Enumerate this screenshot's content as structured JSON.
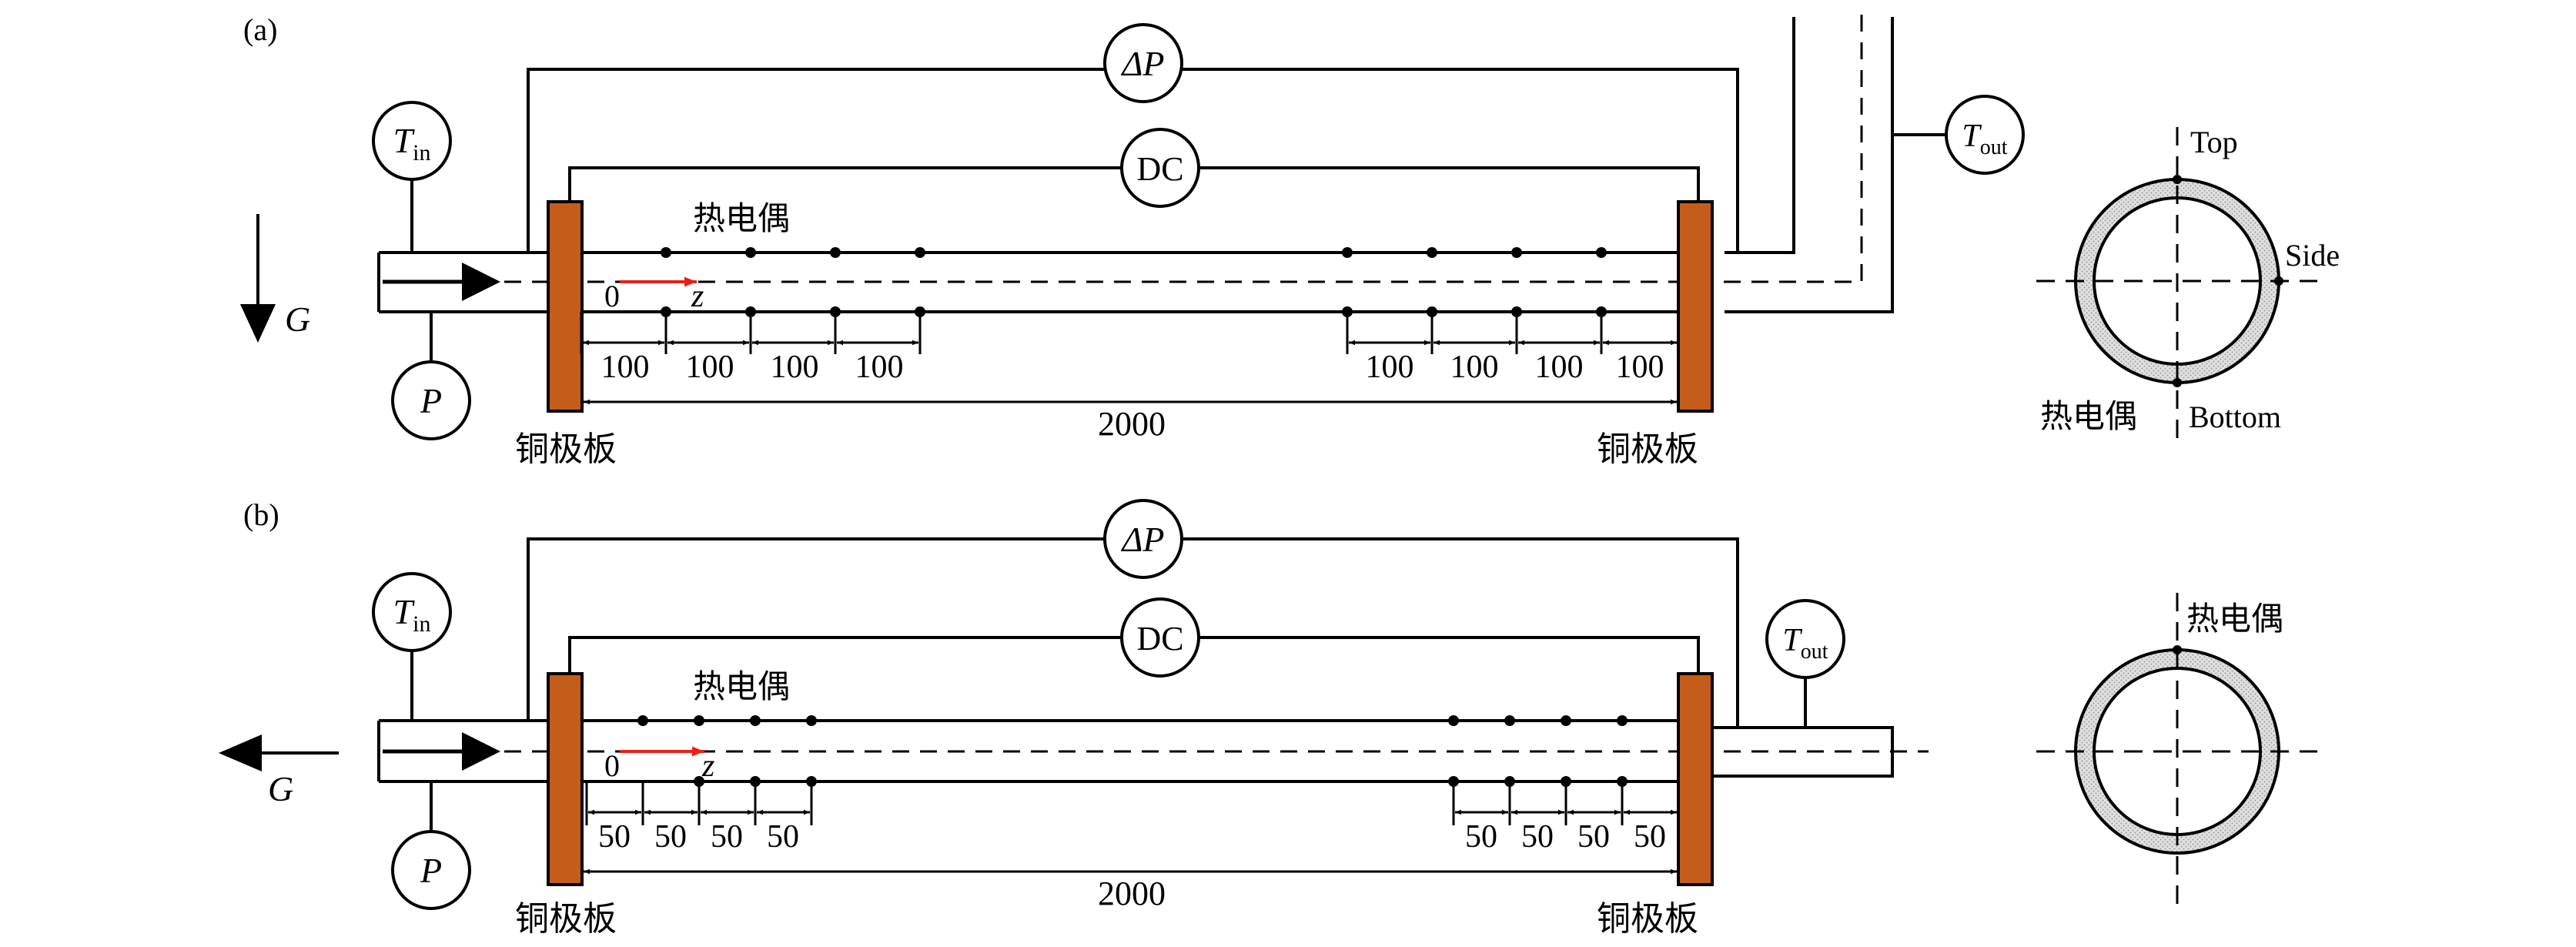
{
  "panel_a": {
    "label": "(a)",
    "dp_gauge": "ΔP",
    "dc_gauge": "DC",
    "tin_gauge": {
      "main": "T",
      "sub": "in"
    },
    "tout_gauge": {
      "main": "T",
      "sub": "out"
    },
    "p_gauge": "P",
    "flow_label": "G",
    "thermocouple_label": "热电偶",
    "plate_left": "铜极板",
    "plate_right": "铜极板",
    "origin": "0",
    "z_label": "z",
    "spacing_left": [
      "100",
      "100",
      "100",
      "100"
    ],
    "spacing_right": [
      "100",
      "100",
      "100",
      "100"
    ],
    "total_length": "2000",
    "cross_section": {
      "top": "Top",
      "side": "Side",
      "bottom": "Bottom",
      "thermocouple": "热电偶"
    }
  },
  "panel_b": {
    "label": "(b)",
    "dp_gauge": "ΔP",
    "dc_gauge": "DC",
    "tin_gauge": {
      "main": "T",
      "sub": "in"
    },
    "tout_gauge": {
      "main": "T",
      "sub": "out"
    },
    "p_gauge": "P",
    "flow_label": "G",
    "thermocouple_label": "热电偶",
    "plate_left": "铜极板",
    "plate_right": "铜极板",
    "origin": "0",
    "z_label": "z",
    "spacing_left": [
      "50",
      "50",
      "50",
      "50"
    ],
    "spacing_right": [
      "50",
      "50",
      "50",
      "50"
    ],
    "total_length": "2000",
    "cross_section": {
      "thermocouple": "热电偶"
    }
  },
  "colors": {
    "copper_plate": "#c45d1a",
    "flow_arrow_red": "#e8201a",
    "line": "#000000"
  }
}
